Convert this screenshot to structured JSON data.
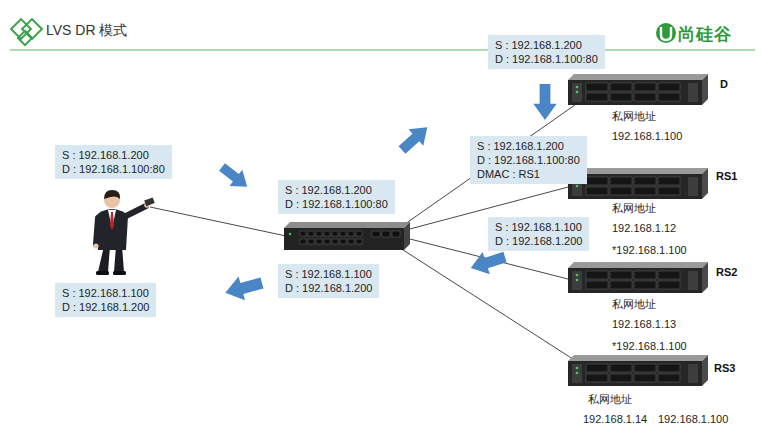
{
  "diagram": {
    "title": "LVS DR 模式",
    "nodes": [
      {
        "text": [
          "S : 192.168.1.200",
          "D : 192.168.1.100:80"
        ]
      },
      {
        "text": [
          "D",
          "私网地址",
          "192.168.1.100"
        ]
      },
      {
        "text": [
          "S : 192.168.1.200",
          "D : 192.168.1.100:80",
          "DMAC : RS1"
        ]
      },
      {
        "text": [
          "S : 192.168.1.200",
          "D : 192.168.1.100:80"
        ]
      },
      {
        "text": [
          "RS1",
          "私网地址",
          "192.168.1.12",
          "*192.168.1.100"
        ]
      },
      {
        "text": [
          "S : 192.168.1.200",
          "D : 192.168.1.100:80"
        ]
      },
      {
        "text": [
          "S : 192.168.1.100",
          "D : 192.168.1.200"
        ]
      },
      {
        "text": [
          "S : 192.168.1.100",
          "D : 192.168.1.200"
        ]
      },
      {
        "text": [
          "RS2",
          "私网地址",
          "192.168.1.13",
          "*192.168.1.100"
        ]
      },
      {
        "text": [
          "S : 192.168.1.100",
          "D : 192.168.1.200"
        ]
      },
      {
        "text": [
          "RS3",
          "私网地址",
          "192.168.1.14",
          "192.168.1.100"
        ]
      }
    ],
    "labels": [
      "尚硅谷"
    ]
  }
}
